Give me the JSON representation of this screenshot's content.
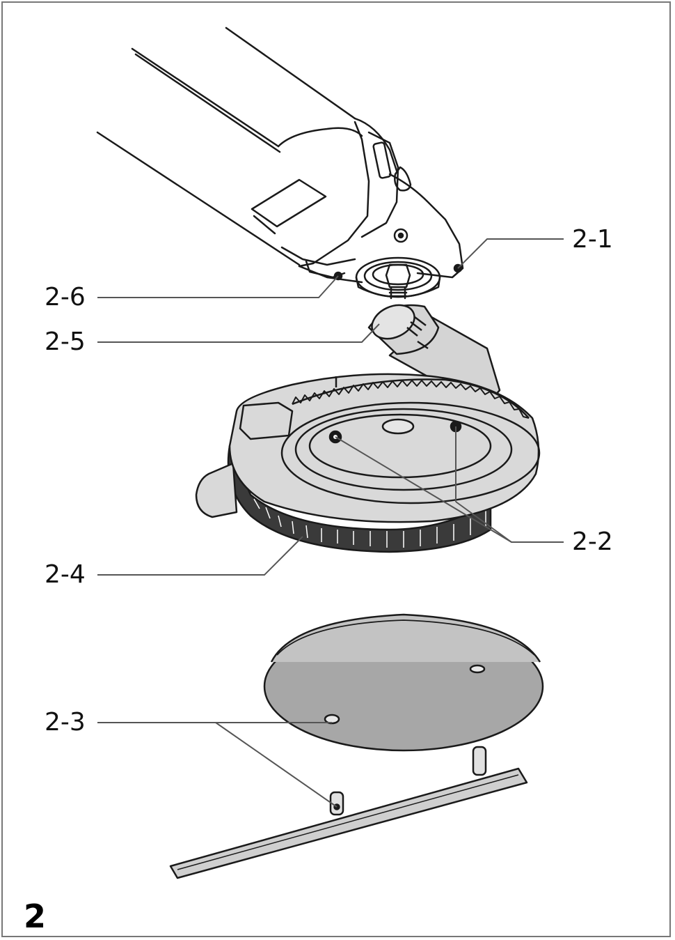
{
  "figure": {
    "number": "2",
    "callouts": [
      {
        "id": "2-1",
        "label": "2-1"
      },
      {
        "id": "2-2",
        "label": "2-2"
      },
      {
        "id": "2-3",
        "label": "2-3"
      },
      {
        "id": "2-4",
        "label": "2-4"
      },
      {
        "id": "2-5",
        "label": "2-5"
      },
      {
        "id": "2-6",
        "label": "2-6"
      }
    ]
  },
  "colors": {
    "line": "#1a1a1a",
    "hood_fill": "#d9d9d9",
    "plate_fill": "#a7a7a7",
    "rail_fill": "#cfcfcf",
    "frame": "#777777"
  }
}
